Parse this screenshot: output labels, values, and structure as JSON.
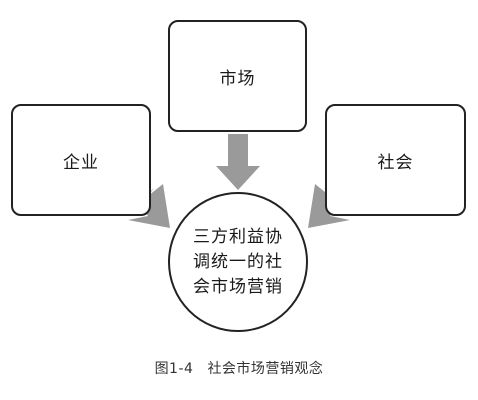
{
  "diagram": {
    "nodes": {
      "market": "市场",
      "enterprise": "企业",
      "society": "社会",
      "center": "三方利益协调统一的社会市场营销"
    },
    "edges": [
      {
        "from": "market",
        "to": "center"
      },
      {
        "from": "enterprise",
        "to": "center"
      },
      {
        "from": "society",
        "to": "center"
      }
    ],
    "arrow_color": "#9a9a9a"
  },
  "caption": {
    "figure_number": "图1-4",
    "title": "社会市场营销观念"
  }
}
